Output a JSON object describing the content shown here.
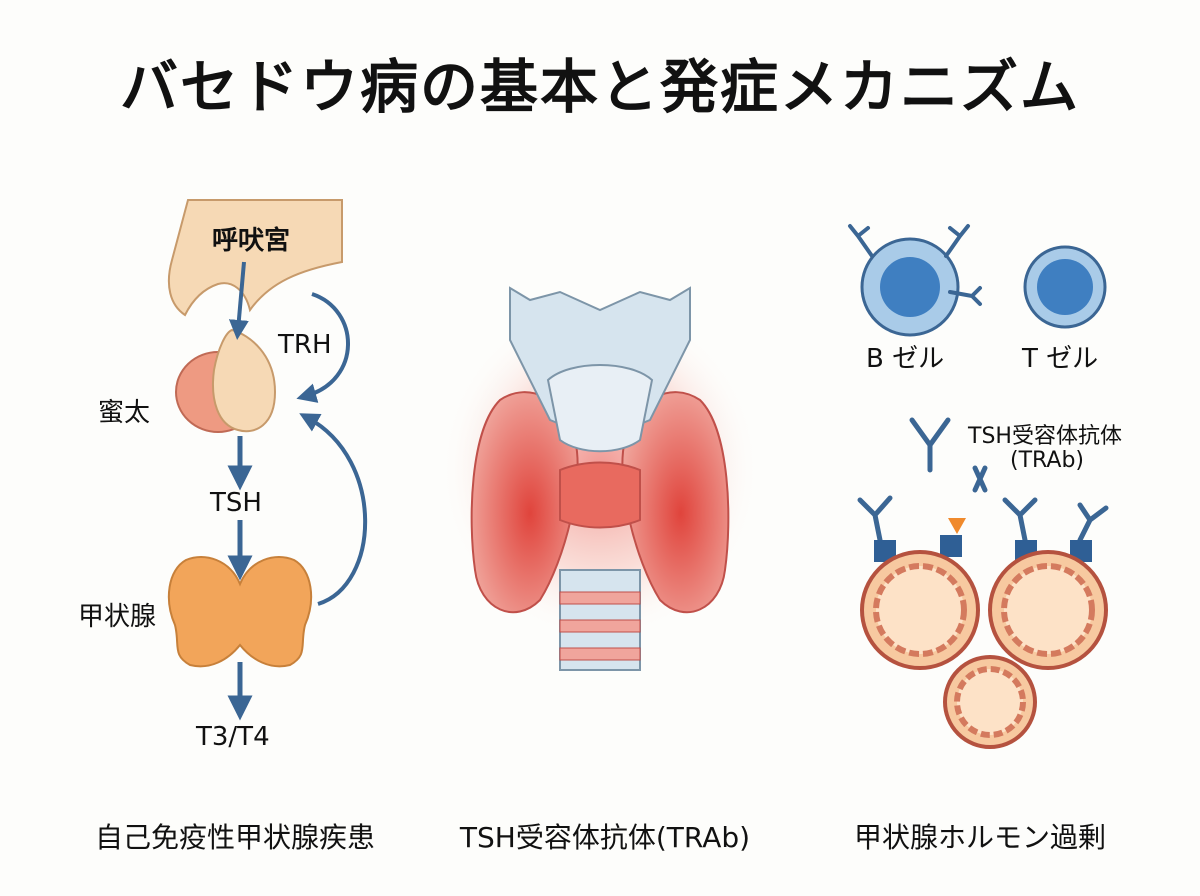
{
  "title": "バセドウ病の基本と発症メカニズム",
  "left_panel": {
    "hypothalamus": "呼吠宮",
    "trh": "TRH",
    "pituitary": "蜜太",
    "tsh": "TSH",
    "thyroid": "甲状腺",
    "hormones": "T3/T4"
  },
  "right_panel": {
    "b_cell": "B ゼル",
    "t_cell": "T ゼル",
    "antibody_name": "TSH受容体抗体",
    "antibody_abbr": "(TRAb)"
  },
  "captions": [
    "自己免疫性甲状腺疾患",
    "TSH受容体抗体(TRAb)",
    "甲状腺ホルモン過剰"
  ],
  "colors": {
    "arrow": "#3b6694",
    "thyroid_orange": "#f2a55a",
    "inflamed_red": "#e05a4f",
    "cell_blue": "#5b9bd5",
    "follicle_fill": "#f7c9a0"
  }
}
